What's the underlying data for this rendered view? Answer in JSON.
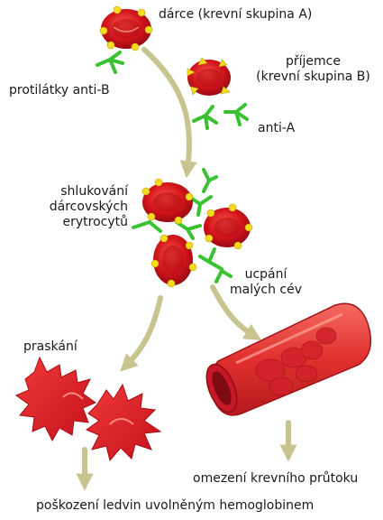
{
  "colors": {
    "cell": "#d3141c",
    "cell_light": "#f2443c",
    "cell_dark": "#9c0b12",
    "antigen_a": "#f4dc1c",
    "antibody": "#38c230",
    "arrow": "#c8c490",
    "vessel": "#e23a36",
    "text": "#1a1a1a"
  },
  "labels": {
    "donor": "dárce (krevní skupina A)",
    "recipient_line1": "příjemce",
    "recipient_line2": "(krevní skupina B)",
    "antibodies_b": "protilátky anti-B",
    "antibodies_a": "anti-A",
    "agglutination_line1": "shlukování",
    "agglutination_line2": "dárcovských",
    "agglutination_line3": "erytrocytů",
    "blockage_line1": "ucpání",
    "blockage_line2": "malých cév",
    "lysis": "praskání",
    "flow_limit": "omezení krevního průtoku",
    "kidney_damage": "poškození ledvin uvolněným hemoglobinem"
  }
}
